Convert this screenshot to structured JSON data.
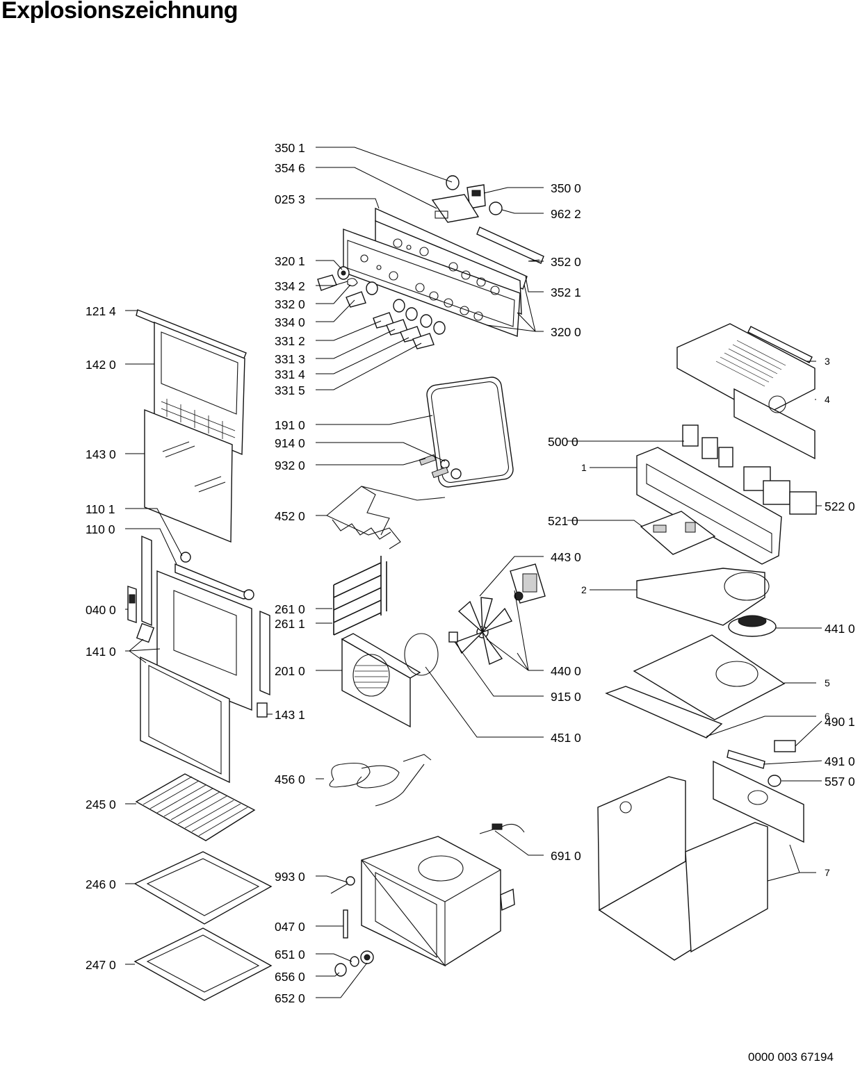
{
  "title": "Explosionszeichnung",
  "document_number": "0000 003 67194",
  "part_labels": {
    "p3501": "350 1",
    "p3546": "354 6",
    "p0253": "025 3",
    "p3201": "320 1",
    "p3342": "334 2",
    "p3320": "332 0",
    "p3340": "334 0",
    "p3312": "331 2",
    "p3313": "331 3",
    "p3314": "331 4",
    "p3315": "331 5",
    "p3500": "350 0",
    "p9622": "962 2",
    "p3520": "352 0",
    "p3521": "352 1",
    "p3200": "320 0",
    "p1214": "121 4",
    "p1420": "142 0",
    "p1430": "143 0",
    "p1101": "110 1",
    "p1100": "110 0",
    "p0400": "040 0",
    "p1410": "141 0",
    "p2450": "245 0",
    "p2460": "246 0",
    "p2470": "247 0",
    "p1910": "191 0",
    "p9140": "914 0",
    "p9320": "932 0",
    "p4520": "452 0",
    "p2610": "261 0",
    "p2611": "261 1",
    "p2010": "201 0",
    "p1431": "143 1",
    "p4560": "456 0",
    "p9930": "993 0",
    "p0470": "047 0",
    "p6510": "651 0",
    "p6560": "656 0",
    "p6520": "652 0",
    "p4430": "443 0",
    "p4400": "440 0",
    "p9150": "915 0",
    "p4510": "451 0",
    "p6910": "691 0",
    "p5000": "500 0",
    "p5220": "522 0",
    "p5210": "521 0",
    "p4410": "441 0",
    "p4901": "490 1",
    "p4910": "491 0",
    "p5570": "557 0",
    "a3": "3",
    "a4": "4",
    "a1": "1",
    "a2": "2",
    "a5": "5",
    "a6": "6",
    "a7": "7"
  }
}
